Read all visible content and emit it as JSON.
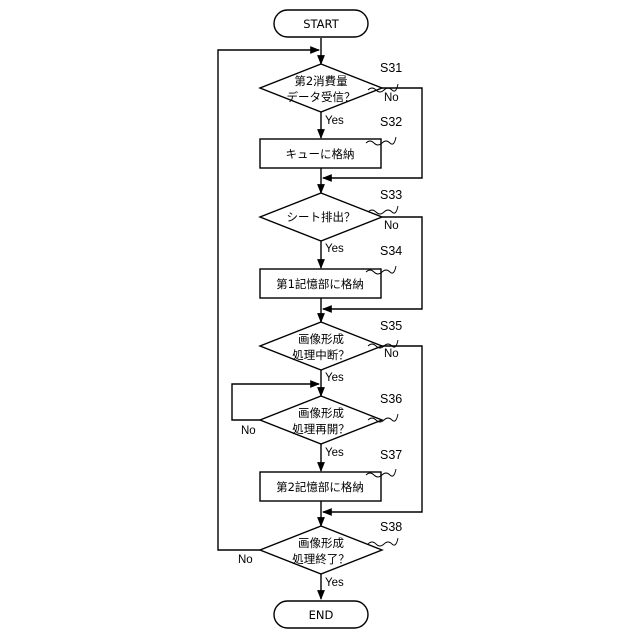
{
  "terminals": {
    "start": "START",
    "end": "END"
  },
  "steps": {
    "s31": {
      "id": "S31",
      "line1": "第2消費量",
      "line2": "データ受信？",
      "yes": "Yes",
      "no": "No"
    },
    "s32": {
      "id": "S32",
      "text": "キューに格納"
    },
    "s33": {
      "id": "S33",
      "text": "シート排出？",
      "yes": "Yes",
      "no": "No"
    },
    "s34": {
      "id": "S34",
      "text": "第1記憶部に格納"
    },
    "s35": {
      "id": "S35",
      "line1": "画像形成",
      "line2": "処理中断？",
      "yes": "Yes",
      "no": "No"
    },
    "s36": {
      "id": "S36",
      "line1": "画像形成",
      "line2": "処理再開？",
      "yes": "Yes",
      "no": "No"
    },
    "s37": {
      "id": "S37",
      "text": "第2記憶部に格納"
    },
    "s38": {
      "id": "S38",
      "line1": "画像形成",
      "line2": "処理終了？",
      "yes": "Yes",
      "no": "No"
    }
  }
}
